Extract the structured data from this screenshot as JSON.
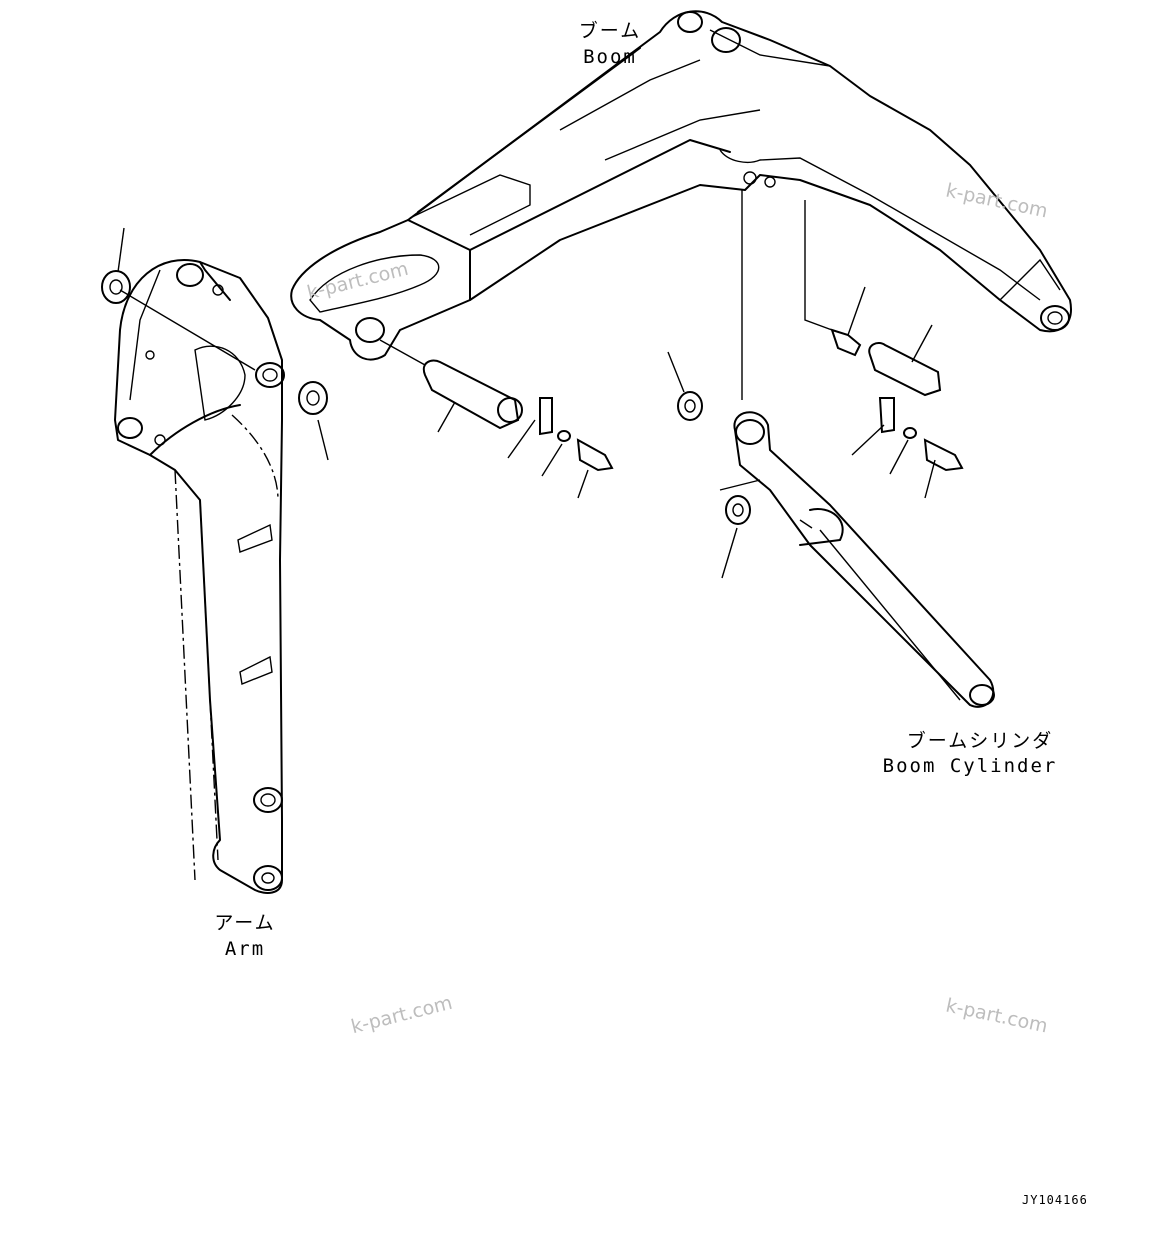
{
  "labels": {
    "boom_jp": "ブーム",
    "boom_en": "Boom",
    "arm_jp": "アーム",
    "arm_en": "Arm",
    "cylinder_jp": "ブームシリンダ",
    "cylinder_en": "Boom Cylinder"
  },
  "watermarks": [
    "k-part.com",
    "k-part.com",
    "k-part.com",
    "k-part.com"
  ],
  "drawing_code": "JY104166"
}
